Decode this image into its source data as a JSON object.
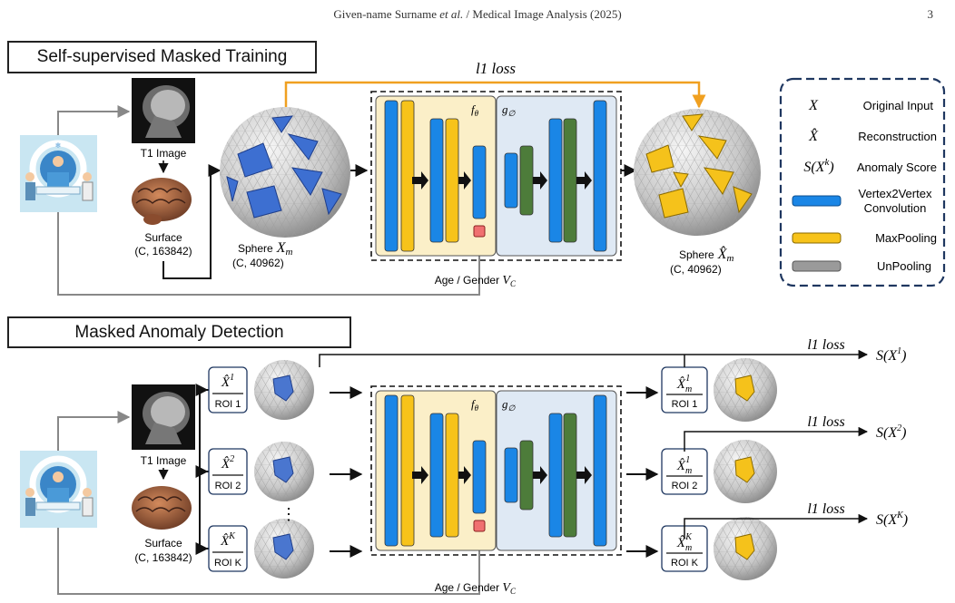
{
  "header": {
    "running_head_name": "Given-name Surname",
    "running_head_etal": "et al.",
    "running_head_journal": " / Medical Image Analysis (2025)",
    "page_number": "3"
  },
  "section1": {
    "title": "Self-supervised Masked Training",
    "t1_label": "T1 Image",
    "surface_label": "Surface",
    "surface_dims": "(C, 163842)",
    "sphere_label": "Sphere",
    "sphere_sym": "X",
    "sphere_sub": "m",
    "sphere_dims": "(C, 40962)",
    "out_sphere_label": "Sphere",
    "out_sphere_sym": "X̂",
    "out_sphere_sub": "m",
    "out_sphere_dims": "(C, 40962)",
    "loss_label": "l1 loss",
    "encoder_label": "f",
    "encoder_sub": "θ",
    "decoder_label": "g",
    "decoder_sub": "∅",
    "cond_label": "Age / Gender ",
    "cond_sym": "V",
    "cond_sub": "C"
  },
  "section2": {
    "title": "Masked Anomaly Detection",
    "t1_label": "T1 Image",
    "surface_label": "Surface",
    "surface_dims": "(C, 163842)",
    "encoder_label": "f",
    "encoder_sub": "θ",
    "decoder_label": "g",
    "decoder_sub": "∅",
    "cond_label": "Age / Gender ",
    "cond_sym": "V",
    "cond_sub": "C",
    "ellipsis": "⋮",
    "inputs": [
      {
        "sym": "X̂",
        "sup": "1",
        "roi": "ROI 1"
      },
      {
        "sym": "X̂",
        "sup": "2",
        "roi": "ROI 2"
      },
      {
        "sym": "X̂",
        "sup": "K",
        "roi": "ROI K"
      }
    ],
    "outputs": [
      {
        "sym": "X̂",
        "sub": "m",
        "sup": "1",
        "roi": "ROI 1"
      },
      {
        "sym": "X̂",
        "sub": "m",
        "sup": "1",
        "roi": "ROI 2"
      },
      {
        "sym": "X̂",
        "sub": "m",
        "sup": "K",
        "roi": "ROI K"
      }
    ],
    "losses": [
      {
        "label": "l1 loss",
        "score": "S(X",
        "score_sup": "1",
        "score_close": ")"
      },
      {
        "label": "l1 loss",
        "score": "S(X",
        "score_sup": "2",
        "score_close": ")"
      },
      {
        "label": "l1 loss",
        "score": "S(X",
        "score_sup": "K",
        "score_close": ")"
      }
    ]
  },
  "legend": {
    "items": [
      {
        "symbol": "X",
        "text": "Original Input"
      },
      {
        "symbol": "X̂",
        "text": "Reconstruction"
      },
      {
        "symbol": "S(X",
        "symbol_sup": "k",
        "symbol_close": ")",
        "text": "Anomaly Score"
      }
    ],
    "conv_text_1": "Vertex2Vertex",
    "conv_text_2": "Convolution",
    "maxpool_text": "MaxPooling",
    "unpool_text": "UnPooling",
    "colors": {
      "conv": "#1a86e6",
      "maxpool": "#f7c31a",
      "unpool": "#9a9a9a",
      "decoder_green": "#4d7c3a",
      "loss_arrow": "#f0a020"
    }
  }
}
